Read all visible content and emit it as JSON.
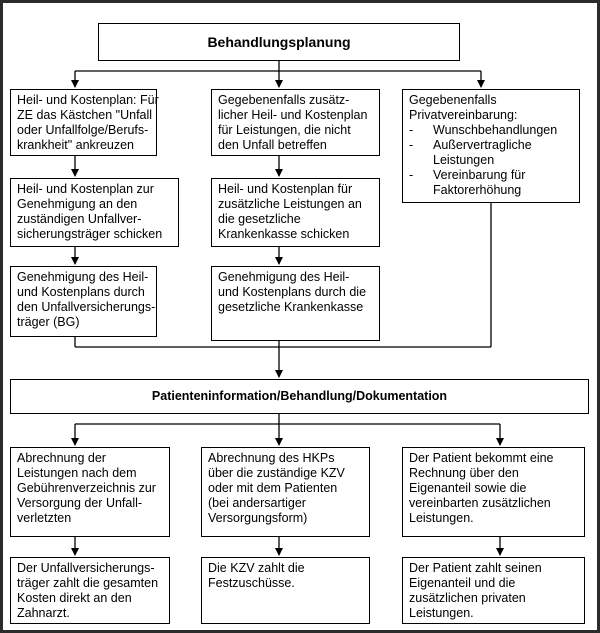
{
  "title": "Behandlungsplanung",
  "top_row": [
    {
      "lines": [
        "Heil- und Kostenplan: Für",
        "ZE das Kästchen \"Unfall",
        "oder Unfallfolge/Berufs-",
        "krankheit\" ankreuzen"
      ]
    },
    {
      "lines": [
        "Gegebenenfalls zusätz-",
        "licher Heil- und Kostenplan",
        "für Leistungen, die nicht",
        "den Unfall betreffen"
      ]
    },
    {
      "intro": [
        "Gegebenenfalls",
        "Privatvereinbarung:"
      ],
      "bullets": [
        {
          "mark": "-",
          "lines": [
            "Wunschbehandlungen"
          ]
        },
        {
          "mark": "-",
          "lines": [
            "Außervertragliche",
            "Leistungen"
          ]
        },
        {
          "mark": "-",
          "lines": [
            "Vereinbarung für",
            "Faktorerhöhung"
          ]
        }
      ]
    }
  ],
  "middle_row": [
    {
      "lines": [
        "Heil- und Kostenplan zur",
        "Genehmigung an den",
        "zuständigen Unfallver-",
        "sicherungsträger schicken"
      ]
    },
    {
      "lines": [
        "Heil- und Kostenplan für",
        "zusätzliche Leistungen an",
        "die gesetzliche",
        "Krankenkasse schicken"
      ]
    }
  ],
  "approval_row": [
    {
      "lines": [
        "Genehmigung des Heil-",
        "und Kostenplans durch",
        "den Unfallversicherungs-",
        "träger (BG)"
      ]
    },
    {
      "lines": [
        "Genehmigung des Heil-",
        "und Kostenplans durch die",
        "gesetzliche Krankenkasse"
      ]
    }
  ],
  "center": "Patienteninformation/Behandlung/Dokumentation",
  "billing_row": [
    {
      "lines": [
        "Abrechnung der",
        "Leistungen nach dem",
        "Gebührenverzeichnis zur",
        "Versorgung der Unfall-",
        "verletzten"
      ]
    },
    {
      "lines": [
        "Abrechnung des HKPs",
        "über die zuständige KZV",
        "oder mit dem Patienten",
        "(bei andersartiger",
        "Versorgungsform)"
      ]
    },
    {
      "lines": [
        "Der Patient bekommt eine",
        "Rechnung über den",
        "Eigenanteil sowie die",
        "vereinbarten zusätzlichen",
        "Leistungen."
      ]
    }
  ],
  "payment_row": [
    {
      "lines": [
        "Der Unfallversicherungs-",
        "träger zahlt die gesamten",
        "Kosten direkt an den",
        "Zahnarzt."
      ]
    },
    {
      "lines": [
        "Die KZV zahlt die",
        "Festzuschüsse."
      ]
    },
    {
      "lines": [
        "Der Patient zahlt seinen",
        "Eigenanteil und die",
        "zusätzlichen privaten",
        "Leistungen."
      ]
    }
  ],
  "colors": {
    "line": "#000000",
    "frame": "#2b2b2b",
    "background": "#ffffff"
  }
}
